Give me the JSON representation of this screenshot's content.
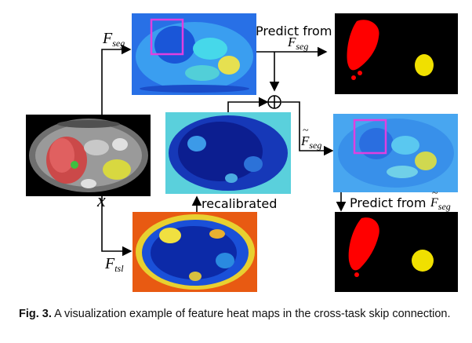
{
  "labels": {
    "F_seg_top": {
      "main": "F",
      "sub": "seg"
    },
    "F_tsl": {
      "main": "F",
      "sub": "tsl"
    },
    "x": "x",
    "predict_from_top": "Predict from",
    "predict_from_top_var": {
      "main": "F",
      "sub": "seg"
    },
    "predict_from_bottom": "Predict from",
    "predict_from_bottom_var": {
      "main": "F",
      "sub": "seg"
    },
    "recalibrated": "recalibrated",
    "F_seg_tilde": {
      "main": "F",
      "sub": "seg"
    },
    "oplus": "⊕"
  },
  "caption": {
    "prefix": "Fig. 3.",
    "text": "A visualization example of feature heat maps in the cross-task skip connection."
  },
  "colors": {
    "highlight_box": "#e040e0",
    "liver_red": "#ff0000",
    "spleen_yellow": "#f0e000",
    "heat_blue": "#1560e8",
    "heat_cyan": "#30c0f0"
  }
}
